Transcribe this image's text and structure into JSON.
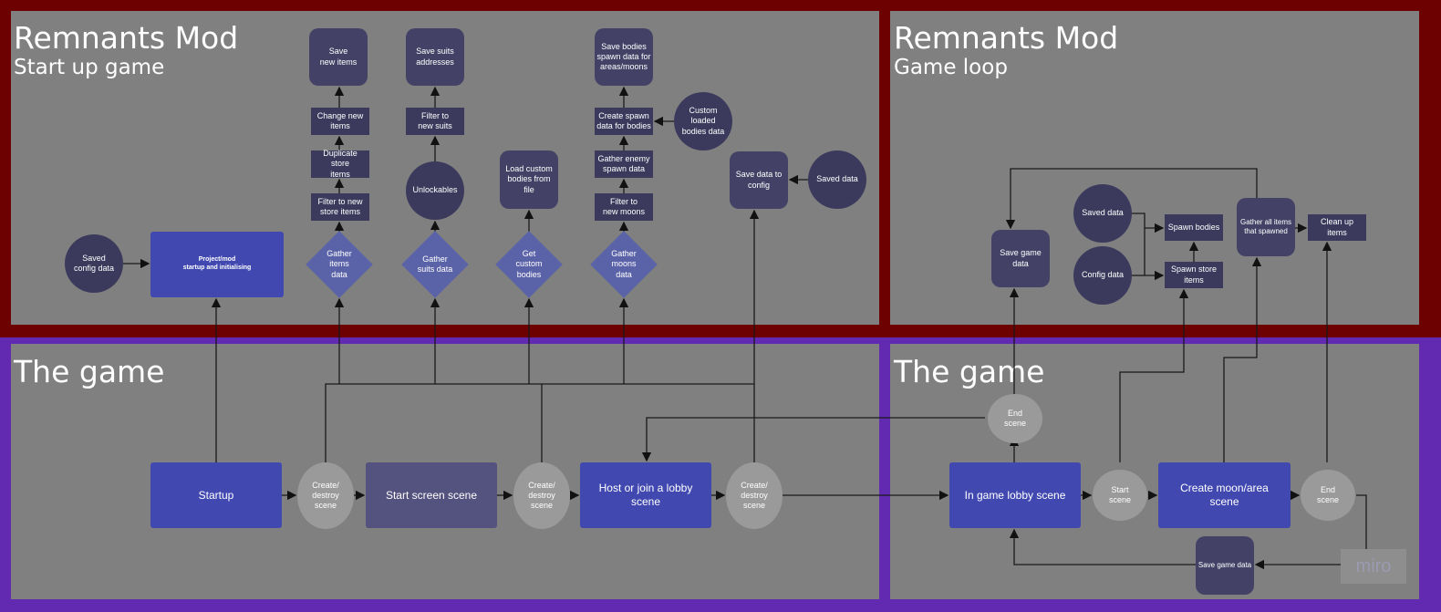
{
  "panels": {
    "startup": {
      "title": "Remnants Mod",
      "subtitle": "Start up game"
    },
    "gameloop": {
      "title": "Remnants Mod",
      "subtitle": "Game loop"
    },
    "game_left": {
      "title": "The game"
    },
    "game_right": {
      "title": "The game"
    }
  },
  "startup_nodes": {
    "saved_config": "Saved\nconfig data",
    "project_startup": "Project/mod\nstartup and initialising",
    "save_new_items": "Save\nnew items",
    "change_new_items": "Change new\nitems",
    "duplicate_store": "Duplicate store\nitems",
    "filter_store": "Filter to new\nstore items",
    "gather_items": "Gather\nitems\ndata",
    "save_suits": "Save suits\naddresses",
    "filter_suits": "Filter to\nnew suits",
    "unlockables": "Unlockables",
    "gather_suits": "Gather\nsuits data",
    "load_custom_bodies": "Load custom\nbodies from file",
    "get_custom_bodies": "Get\ncustom\nbodies",
    "save_bodies_spawn": "Save bodies\nspawn data for\nareas/moons",
    "create_spawn": "Create spawn\ndata for bodies",
    "gather_enemy": "Gather enemy\nspawn data",
    "filter_moons": "Filter to\nnew moons",
    "gather_moons": "Gather\nmoons\ndata",
    "custom_loaded": "Custom\nloaded\nbodies data",
    "save_config": "Save data to\nconfig",
    "saved_data": "Saved data"
  },
  "loop_nodes": {
    "save_game_data": "Save game data",
    "saved_data": "Saved data",
    "config_data": "Config data",
    "spawn_bodies": "Spawn bodies",
    "spawn_store": "Spawn store\nitems",
    "gather_all": "Gather all items\nthat spawned",
    "clean_up": "Clean up items"
  },
  "game_nodes": {
    "startup": "Startup",
    "cd1": "Create/\ndestroy\nscene",
    "start_screen": "Start screen scene",
    "cd2": "Create/\ndestroy\nscene",
    "host_join": "Host or join a lobby\nscene",
    "cd3": "Create/\ndestroy\nscene",
    "lobby": "In game lobby scene",
    "start_scene": "Start\nscene",
    "create_moon": "Create moon/area\nscene",
    "end_scene": "End\nscene",
    "end_scene_top": "End\nscene",
    "save_game_data": "Save game data"
  },
  "watermark": "miro",
  "colors": {
    "red": "#6d0000",
    "purple": "#6229b1",
    "panel": "#808080",
    "scene": "#4149b1",
    "node": "#3b3a5c"
  }
}
